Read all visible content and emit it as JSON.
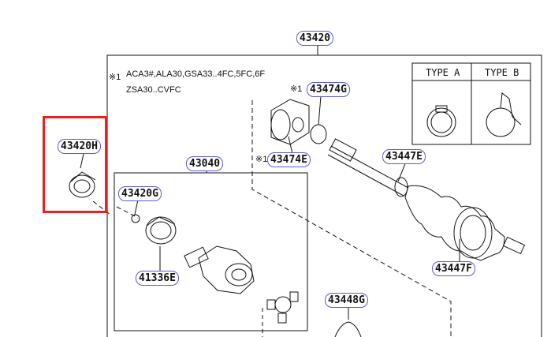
{
  "parts": {
    "main": "43420",
    "h": "43420H",
    "g": "43420G",
    "inboard_joint": "43040",
    "boot_band_e": "41336E",
    "damper_e": "43474E",
    "damper_g": "43474G",
    "boot_e": "43447E",
    "boot_f": "43447F",
    "band_g": "43448G"
  },
  "notes": {
    "mark": "※1",
    "applicability_line1": "ACA3#,ALA30,GSA33..4FC,5FC,6F",
    "applicability_line2": "ZSA30..CVFC",
    "damper_g_mark": "※1",
    "damper_e_mark": "※1"
  },
  "type_table": {
    "type_a": "TYPE A",
    "type_b": "TYPE B"
  },
  "colors": {
    "highlight": "#e8231e",
    "label_border": "#5a5ad8",
    "line": "#111111"
  }
}
